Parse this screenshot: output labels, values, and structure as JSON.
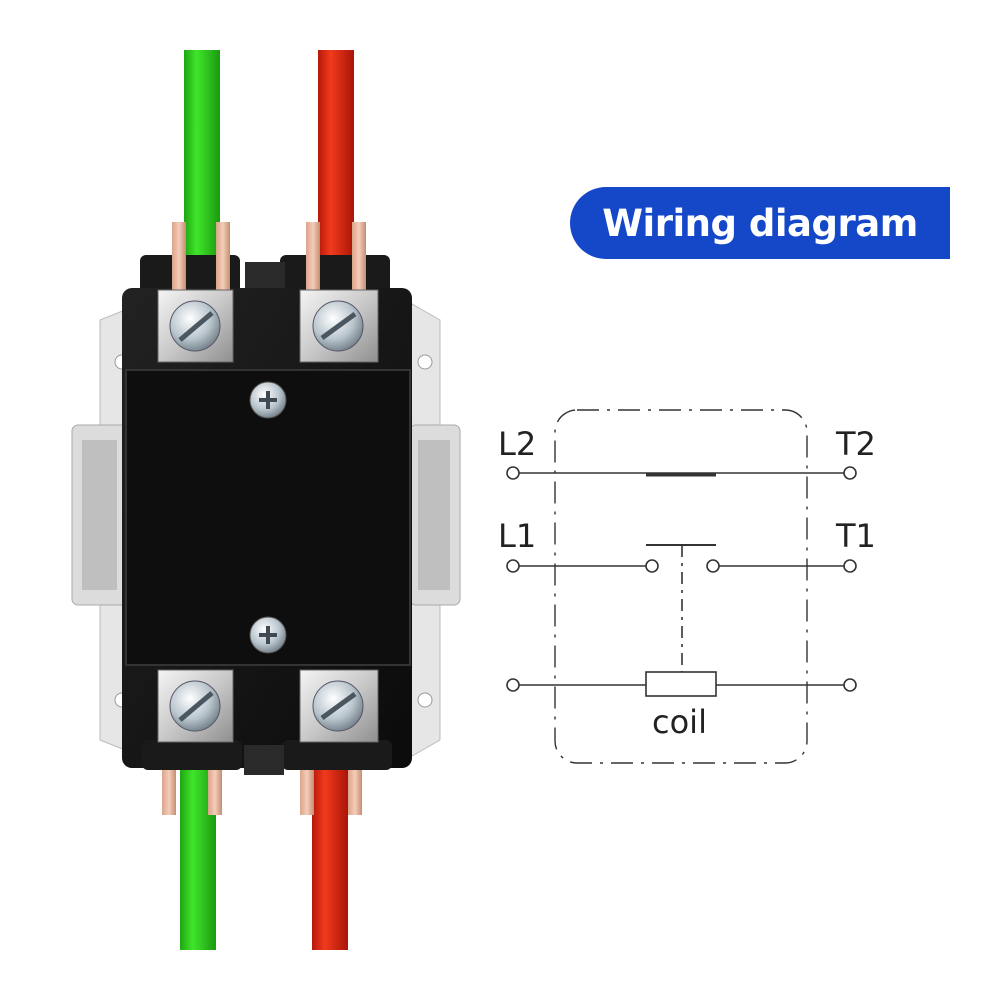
{
  "banner": {
    "title": "Wiring diagram"
  },
  "diagram": {
    "labels": {
      "l2": "L2",
      "t2": "T2",
      "l1": "L1",
      "t1": "T1",
      "coil": "coil"
    }
  },
  "colors": {
    "wire_left": "#2bd418",
    "wire_right": "#e8250f",
    "banner": "#1547c9",
    "housing": "#121212"
  },
  "icons": [
    "screw-terminal-icon",
    "mounting-screw-icon"
  ]
}
